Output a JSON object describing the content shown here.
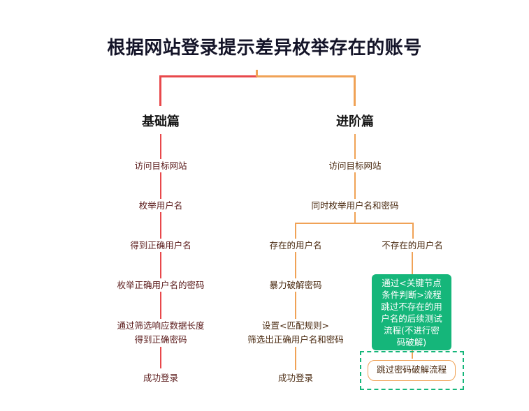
{
  "title": "根据网站登录提示差异枚举存在的账号",
  "colors": {
    "basic_branch": "#e8484b",
    "advanced_branch": "#f0a256",
    "highlight": "#15b67a"
  },
  "basic": {
    "heading": "基础篇",
    "steps": [
      "访问目标网站",
      "枚举用户名",
      "得到正确用户名",
      "枚举正确用户名的密码",
      "通过筛选响应数据长度\n得到正确密码",
      "成功登录"
    ]
  },
  "advanced": {
    "heading": "进阶篇",
    "steps": [
      "访问目标网站",
      "同时枚举用户名和密码"
    ],
    "exists_branch": {
      "steps": [
        "存在的用户名",
        "暴力破解密码",
        "设置<匹配规则>\n筛选出正确用户名和密码",
        "成功登录"
      ]
    },
    "not_exists_branch": {
      "label": "不存在的用户名",
      "note": "通过<关键节点\n条件判断>流程\n跳过不存在的用\n户名的后续测试\n流程(不进行密\n码破解)",
      "result": "跳过密码破解流程"
    }
  }
}
